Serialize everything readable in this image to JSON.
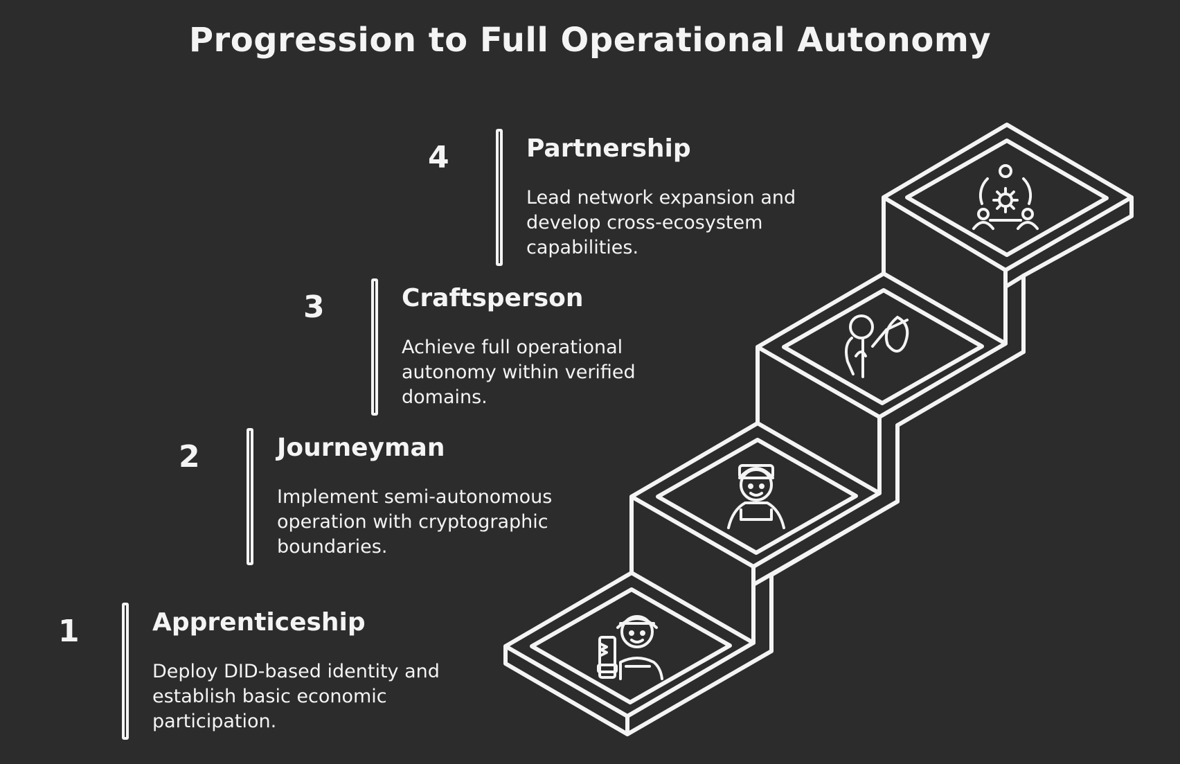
{
  "title": "Progression to Full Operational Autonomy",
  "stages": [
    {
      "number": "1",
      "title": "Apprenticeship",
      "description": "Deploy DID-based identity and establish basic economic participation.",
      "icon": "worker-with-saw-icon"
    },
    {
      "number": "2",
      "title": "Journeyman",
      "description": "Implement semi-autonomous operation with cryptographic boundaries.",
      "icon": "tradesman-icon"
    },
    {
      "number": "3",
      "title": "Craftsperson",
      "description": "Achieve full operational autonomy within verified domains.",
      "icon": "person-holding-tool-icon"
    },
    {
      "number": "4",
      "title": "Partnership",
      "description": "Lead network expansion and develop cross-ecosystem capabilities.",
      "icon": "team-network-icon"
    }
  ],
  "colors": {
    "background": "#2c2c2c",
    "foreground": "#f4f4f4"
  }
}
